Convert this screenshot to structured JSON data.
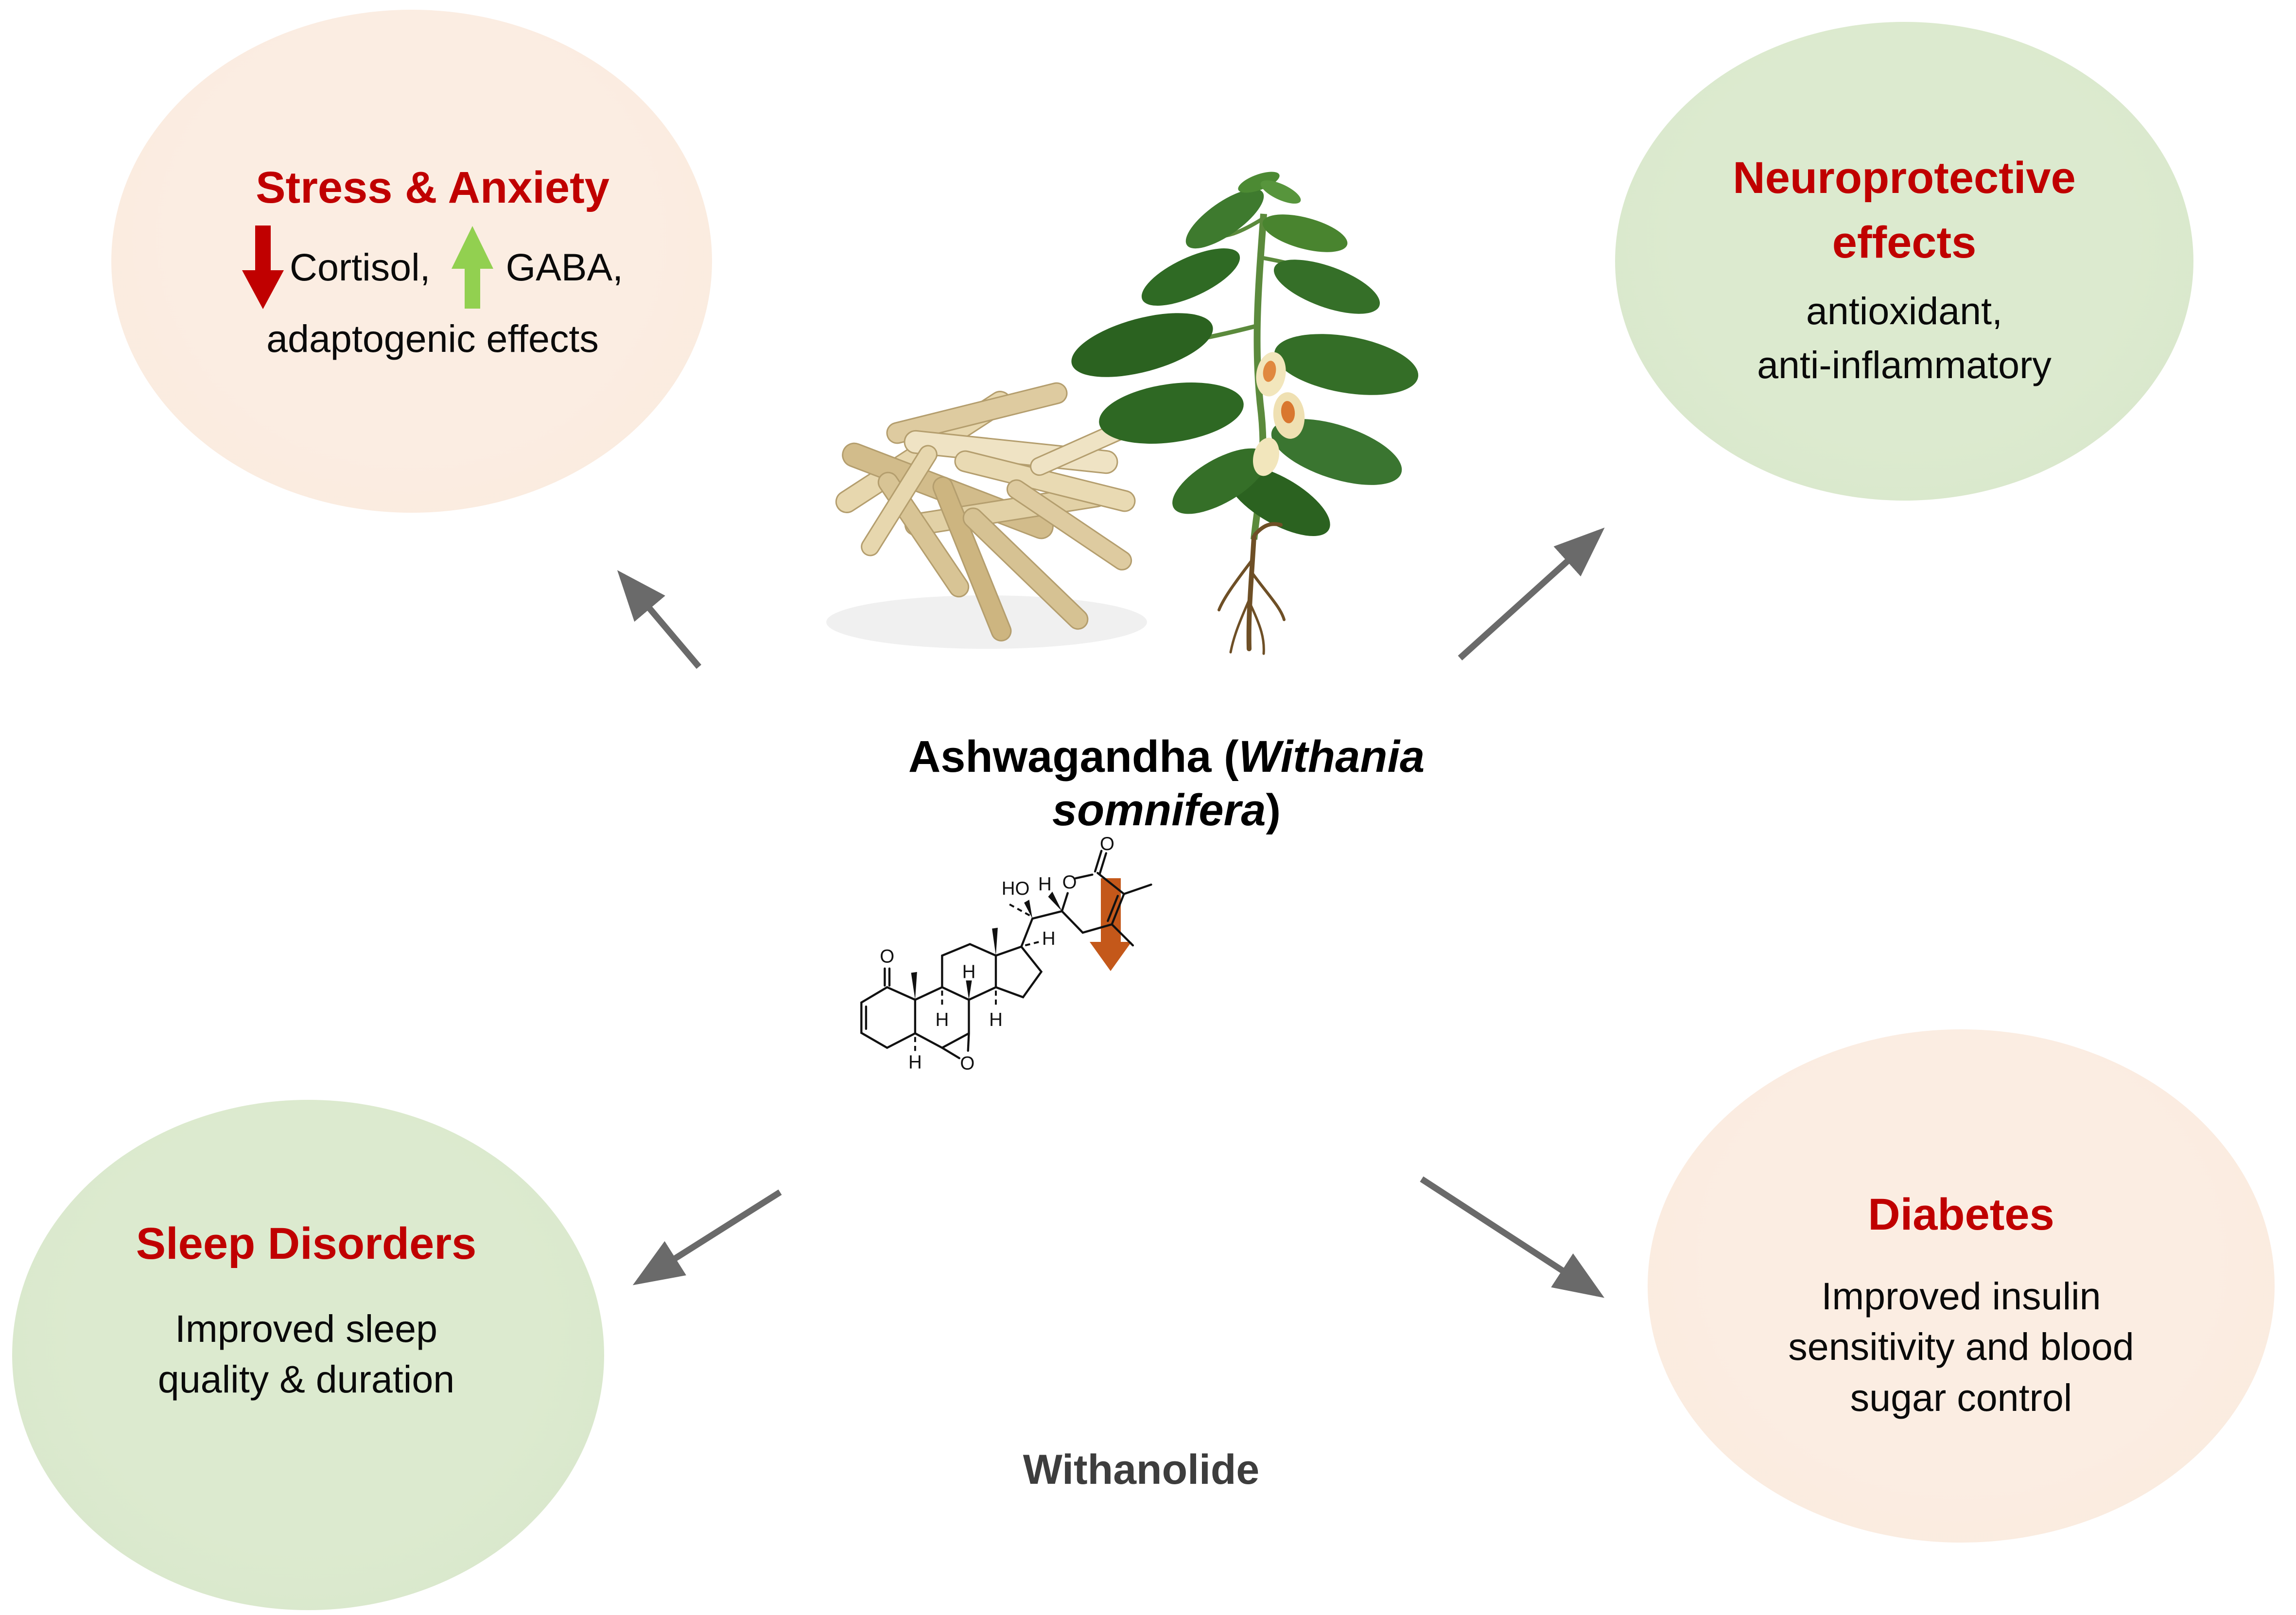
{
  "colors": {
    "title-red": "#C00000",
    "circle-peach": "#FAE9DC",
    "circle-green": "#D7E6C9",
    "arrow-gray": "#6A6A6A",
    "arrow-red": "#C00000",
    "arrow-green": "#92D050",
    "arrow-orange": "#C4581A",
    "text-black": "#0A0A0A",
    "molecule-black": "#111111",
    "withanolide-gray": "#3D3D3D"
  },
  "circles": {
    "stress": {
      "title": "Stress & Anxiety",
      "cortisol": "Cortisol,",
      "gaba": "GABA,",
      "line2": "adaptogenic effects"
    },
    "neuro": {
      "title_line1": "Neuroprotective",
      "title_line2": "effects",
      "body_line1": "antioxidant,",
      "body_line2": "anti-inflammatory"
    },
    "sleep": {
      "title": "Sleep Disorders",
      "body_line1": "Improved sleep",
      "body_line2": "quality & duration"
    },
    "diabetes": {
      "title": "Diabetes",
      "body_line1": "Improved insulin",
      "body_line2": "sensitivity and blood",
      "body_line3": "sugar control"
    }
  },
  "center": {
    "label_prefix": "Ashwagandha (",
    "label_italic_line1": "Withania",
    "label_italic_line2": "somnifera",
    "label_suffix": ")",
    "molecule_name": "Withanolide"
  },
  "molecule": {
    "atoms": {
      "ketone_o": "O",
      "epoxide_o": "O",
      "ring_o": "O",
      "carbonyl_o": "O",
      "hydroxyl": "HO",
      "h_c5": "H",
      "h_c9": "H",
      "h_c8": "H",
      "h_c14": "H",
      "h_c17": "H",
      "h_c22": "H"
    }
  }
}
